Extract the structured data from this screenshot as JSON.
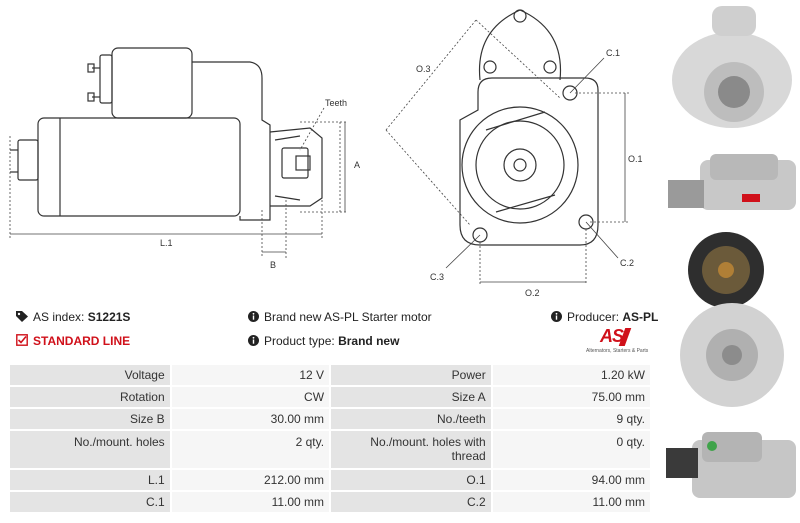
{
  "diagram": {
    "label_teeth": "Teeth",
    "label_a": "A",
    "label_l1": "L.1",
    "label_b": "B",
    "label_o3": "O.3",
    "label_c1": "C.1",
    "label_o1": "O.1",
    "label_c3": "C.3",
    "label_c2": "C.2",
    "label_o2": "O.2"
  },
  "info": {
    "as_index_label": "AS index:",
    "as_index_value": "S1221S",
    "standard_line": "STANDARD LINE",
    "description": "Brand new AS-PL Starter motor",
    "product_type_label": "Product type:",
    "product_type_value": "Brand new",
    "producer_label": "Producer:",
    "producer_value": "AS-PL"
  },
  "logo": {
    "text": "AS",
    "subtitle": "Alternators, Starters & Parts"
  },
  "specs": [
    {
      "l1": "Voltage",
      "v1": "12 V",
      "l2": "Power",
      "v2": "1.20 kW"
    },
    {
      "l1": "Rotation",
      "v1": "CW",
      "l2": "Size A",
      "v2": "75.00 mm"
    },
    {
      "l1": "Size B",
      "v1": "30.00 mm",
      "l2": "No./teeth",
      "v2": "9 qty."
    },
    {
      "l1": "No./mount. holes",
      "v1": "2 qty.",
      "l2": "No./mount. holes with thread",
      "v2": "0 qty."
    },
    {
      "l1": "L.1",
      "v1": "212.00 mm",
      "l2": "O.1",
      "v2": "94.00 mm"
    },
    {
      "l1": "C.1",
      "v1": "11.00 mm",
      "l2": "C.2",
      "v2": "11.00 mm"
    }
  ]
}
